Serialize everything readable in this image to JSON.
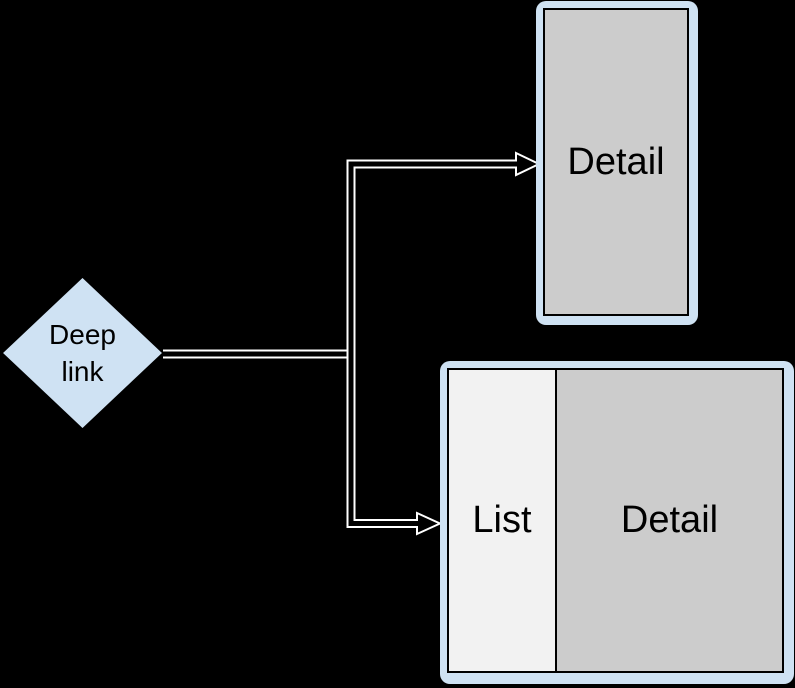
{
  "colors": {
    "background": "#000000",
    "node_fill": "#cfe2f3",
    "node_border": "#000000",
    "detail_pane_fill": "#cccccc",
    "list_pane_fill": "#f2f2f2",
    "connector_line": "#ffffff",
    "connector_core": "#000000",
    "text": "#000000"
  },
  "nodes": {
    "deep_link": {
      "label": "Deep link",
      "shape": "diamond"
    },
    "phone": {
      "label": "Detail",
      "shape": "phone-frame"
    },
    "tablet": {
      "list_label": "List",
      "detail_label": "Detail",
      "shape": "tablet-frame"
    }
  },
  "edges": [
    {
      "from": "deep_link",
      "to": "phone"
    },
    {
      "from": "deep_link",
      "to": "tablet"
    }
  ]
}
